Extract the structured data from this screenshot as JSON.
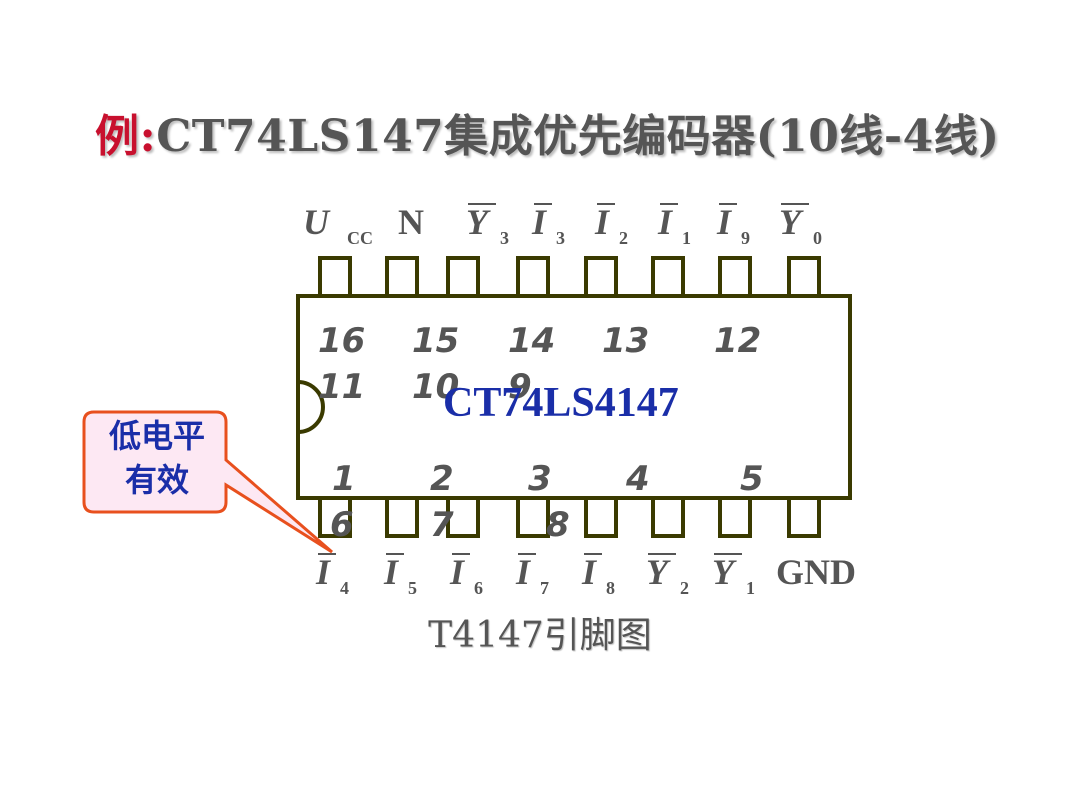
{
  "title": {
    "prefix": "例:",
    "text": "CT74LS147集成优先编码器(10线-4线)"
  },
  "chip_label": "CT74LS4147",
  "caption": "T4147引脚图",
  "callout": {
    "line1": "低电平",
    "line2": "有效"
  },
  "top_pins": [
    {
      "main": "U",
      "sub": "CC",
      "bar": false,
      "italic": true
    },
    {
      "main": "N",
      "sub": "",
      "bar": false,
      "italic": false
    },
    {
      "main": "Y",
      "sub": "3",
      "bar": true,
      "italic": true
    },
    {
      "main": "I",
      "sub": "3",
      "bar": true,
      "italic": true
    },
    {
      "main": "I",
      "sub": "2",
      "bar": true,
      "italic": true
    },
    {
      "main": "I",
      "sub": "1",
      "bar": true,
      "italic": true
    },
    {
      "main": "I",
      "sub": "9",
      "bar": true,
      "italic": true
    },
    {
      "main": "Y",
      "sub": "0",
      "bar": true,
      "italic": true
    }
  ],
  "bottom_pins": [
    {
      "main": "I",
      "sub": "4",
      "bar": true,
      "italic": true
    },
    {
      "main": "I",
      "sub": "5",
      "bar": true,
      "italic": true
    },
    {
      "main": "I",
      "sub": "6",
      "bar": true,
      "italic": true
    },
    {
      "main": "I",
      "sub": "7",
      "bar": true,
      "italic": true
    },
    {
      "main": "I",
      "sub": "8",
      "bar": true,
      "italic": true
    },
    {
      "main": "Y",
      "sub": "2",
      "bar": true,
      "italic": true
    },
    {
      "main": "Y",
      "sub": "1",
      "bar": true,
      "italic": true
    },
    {
      "main": "GND",
      "sub": "",
      "bar": false,
      "italic": false
    }
  ],
  "top_numbers": [
    "16",
    "15",
    "14",
    "13",
    "12"
  ],
  "top_numbers_row2": [
    "11",
    "10",
    "9"
  ],
  "bottom_numbers": [
    "1",
    "2",
    "3",
    "4",
    "5"
  ],
  "bottom_numbers_row2": [
    "6",
    "7",
    "8"
  ],
  "colors": {
    "outline": "#3a3a00",
    "label": "#555555",
    "chip_text": "#1a2ea8",
    "title_accent": "#c8102e",
    "callout_border": "#e8501e",
    "callout_fill": "#fde8f3"
  }
}
